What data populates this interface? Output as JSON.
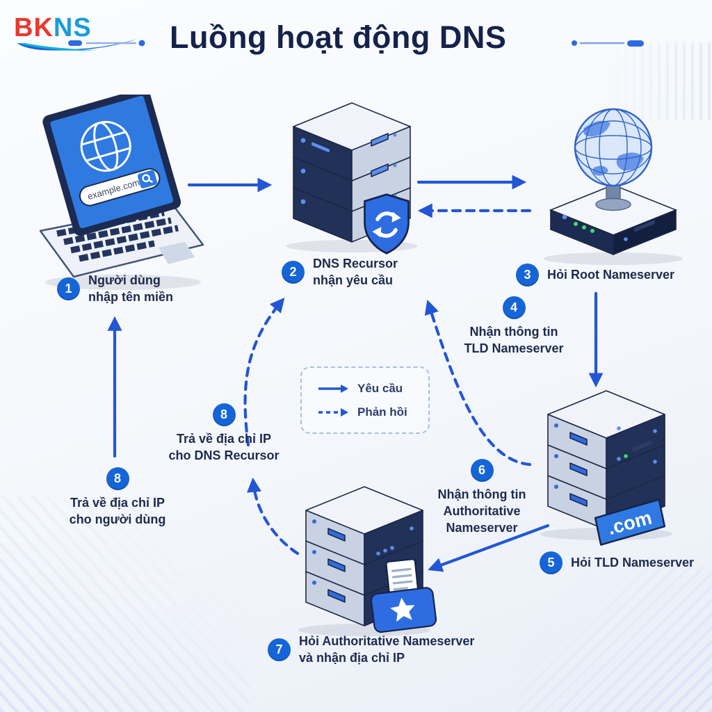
{
  "header": {
    "logo": {
      "bk": "BK",
      "ns": "NS"
    },
    "title": "Luồng hoạt động DNS"
  },
  "laptop": {
    "url": "example.com"
  },
  "badges": {
    "tld": ".com"
  },
  "legend": {
    "request": "Yêu cầu",
    "response": "Phản hồi"
  },
  "steps": {
    "s1": {
      "num": "1",
      "lines": [
        "Người dùng",
        "nhập tên miền"
      ]
    },
    "s2": {
      "num": "2",
      "lines": [
        "DNS Recursor",
        "nhận yêu cầu"
      ]
    },
    "s3": {
      "num": "3",
      "lines": [
        "Hỏi Root Nameserver"
      ]
    },
    "s4": {
      "num": "4",
      "lines": [
        "Nhận thông tin",
        "TLD Nameserver"
      ]
    },
    "s5": {
      "num": "5",
      "lines": [
        "Hỏi TLD Nameserver"
      ]
    },
    "s6": {
      "num": "6",
      "lines": [
        "Nhận thông tin",
        "Authoritative Nameserver"
      ]
    },
    "s7": {
      "num": "7",
      "lines": [
        "Hỏi Authoritative Nameserver",
        "và nhận địa chỉ IP"
      ]
    },
    "s8_recursor": {
      "num": "8",
      "lines": [
        "Trả về địa chỉ IP",
        "cho DNS Recursor"
      ]
    },
    "s8_user": {
      "num": "8",
      "lines": [
        "Trả về địa chỉ IP",
        "cho người dùng"
      ]
    }
  },
  "colors": {
    "arrow": "#2256d5",
    "step_circle": "#1565d8",
    "navy_text": "#1d2a4d",
    "logo_red": "#e63a2e",
    "logo_blue": "#1b9cd9",
    "illustration_blue": "#2f7ae0"
  }
}
